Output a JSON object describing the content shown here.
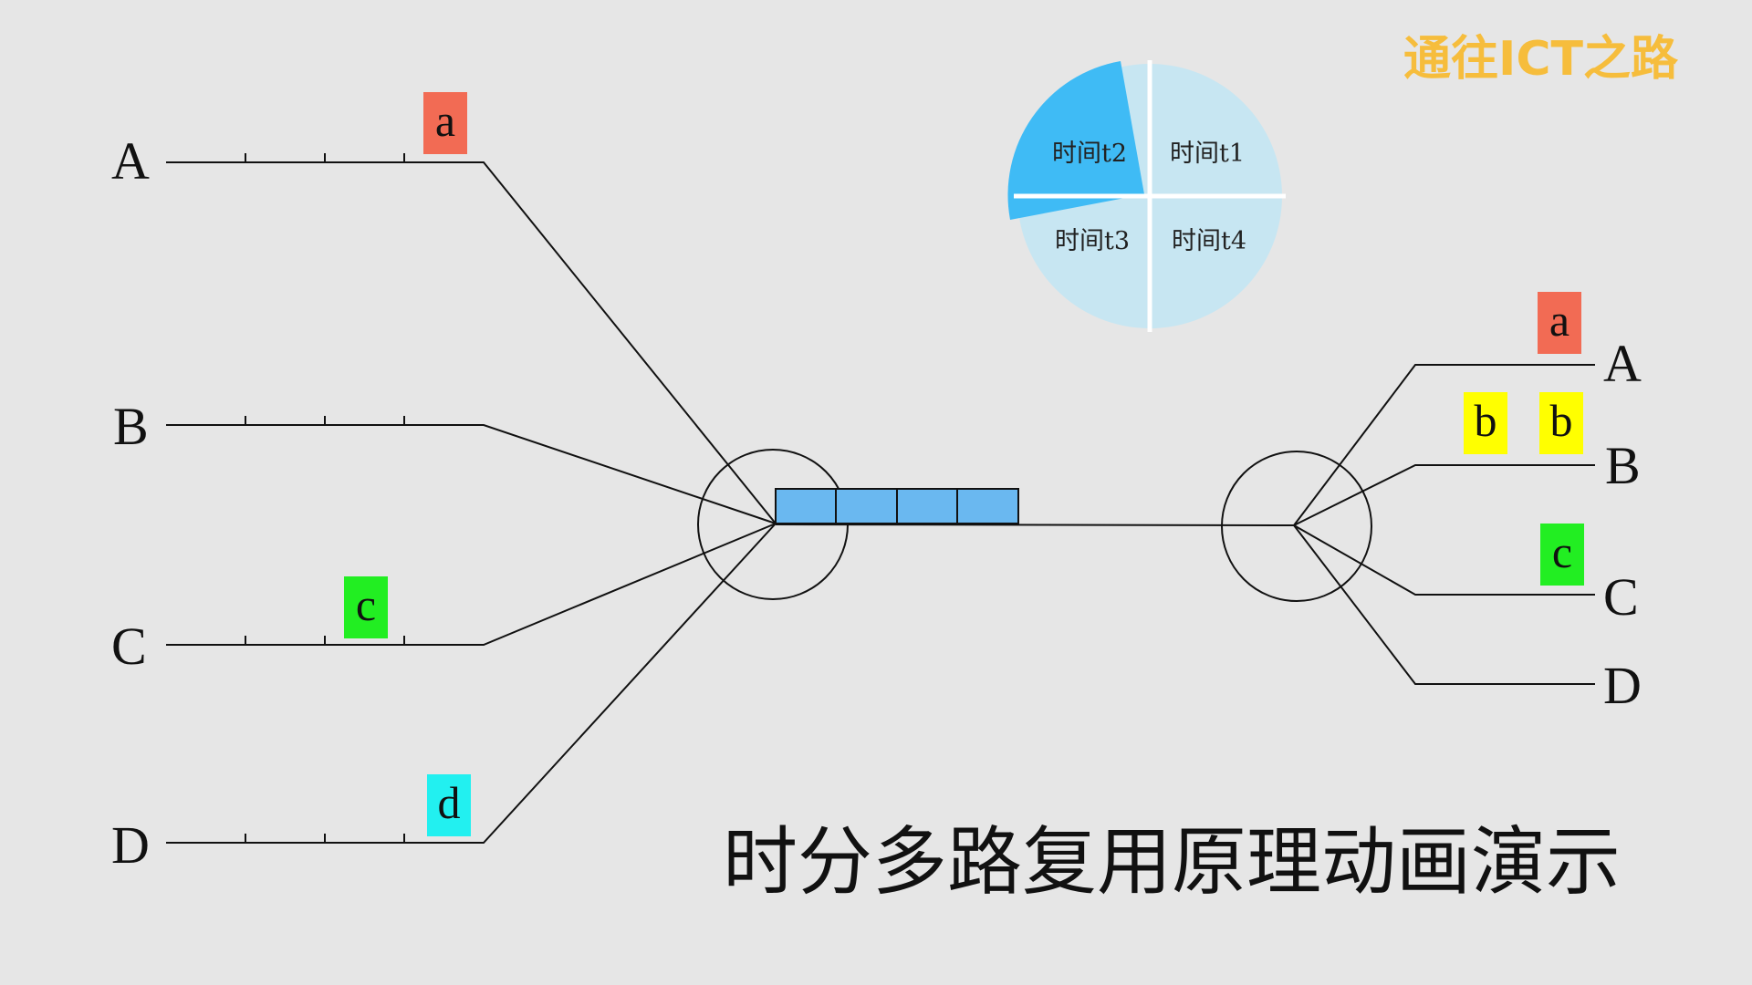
{
  "brand": "通往ICT之路",
  "title": "时分多路复用原理动画演示",
  "colors": {
    "background": "#e6e6e6",
    "brand": "#f6bd3c",
    "slot_fill": "#6ab8f0",
    "pie_highlight": "#3fbbf5",
    "pie_base": "#c7e6f2",
    "packet_a": "#f26b54",
    "packet_b": "#ffff00",
    "packet_c": "#22ee22",
    "packet_d": "#22f0f0"
  },
  "inputs": [
    {
      "label": "A",
      "packet": "a",
      "packet_color": "#f26b54"
    },
    {
      "label": "B",
      "packet": "",
      "packet_color": ""
    },
    {
      "label": "C",
      "packet": "c",
      "packet_color": "#22ee22"
    },
    {
      "label": "D",
      "packet": "d",
      "packet_color": "#22f0f0"
    }
  ],
  "outputs": [
    {
      "label": "A",
      "packets": [
        "a"
      ],
      "packet_color": "#f26b54"
    },
    {
      "label": "B",
      "packets": [
        "b",
        "b"
      ],
      "packet_color": "#ffff00"
    },
    {
      "label": "C",
      "packets": [
        "c"
      ],
      "packet_color": "#22ee22"
    },
    {
      "label": "D",
      "packets": [],
      "packet_color": ""
    }
  ],
  "time_slot_count": 4,
  "pie": {
    "slices": [
      {
        "label": "时间t1",
        "highlighted": false
      },
      {
        "label": "时间t2",
        "highlighted": true
      },
      {
        "label": "时间t3",
        "highlighted": false
      },
      {
        "label": "时间t4",
        "highlighted": false
      }
    ]
  }
}
